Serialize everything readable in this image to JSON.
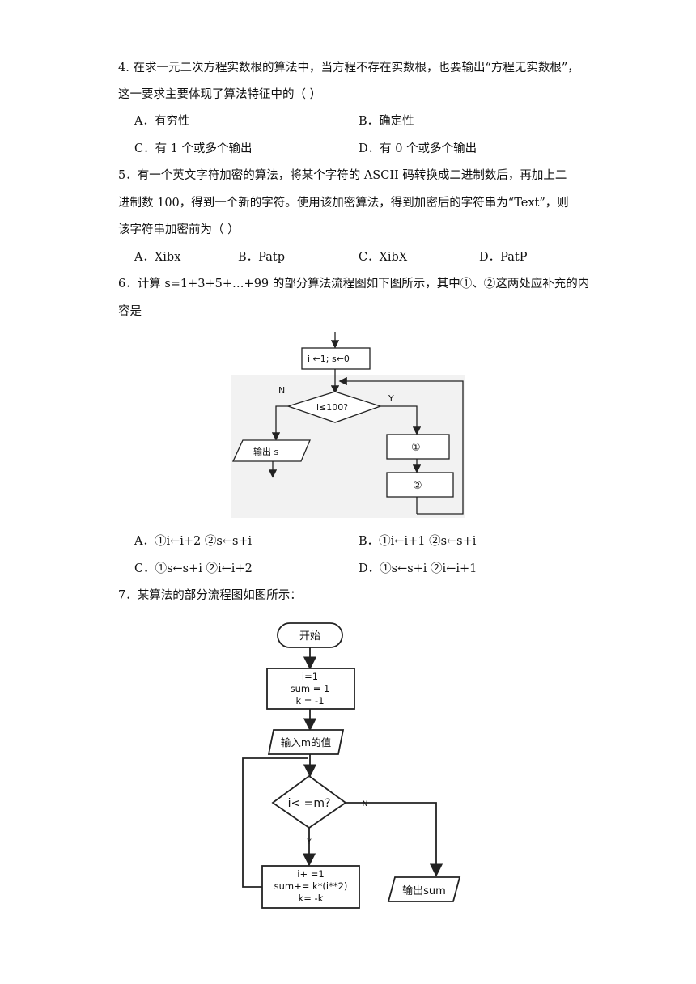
{
  "q4": {
    "line1": "4. 在求一元二次方程实数根的算法中，当方程不存在实数根，也要输出“方程无实数根”，",
    "line2": "这一要求主要体现了算法特征中的（    ）",
    "options": [
      "A．有穷性",
      "B．确定性",
      "C．有 1 个或多个输出",
      "D．有 0 个或多个输出"
    ]
  },
  "q5": {
    "line1": "5．有一个英文字符加密的算法，将某个字符的 ASCII 码转换成二进制数后，再加上二",
    "line2": "进制数 100，得到一个新的字符。使用该加密算法，得到加密后的字符串为“Text”，则",
    "line3": "该字符串加密前为（   ）",
    "options": [
      "A．Xibx",
      "B．Patp",
      "C．XibX",
      "D．PatP"
    ]
  },
  "q6": {
    "line1": "6．计算  s=1+3+5+…+99 的部分算法流程图如下图所示，其中①、②这两处应补充的内",
    "line2": "容是",
    "flowchart": {
      "init": "i ←1; s←0",
      "condition": "i≤100?",
      "no": "N",
      "yes": "Y",
      "output": "输出 s",
      "box1": "①",
      "box2": "②"
    },
    "options": [
      "A．①i←i+2   ②s←s+i",
      "B．①i←i+1    ②s←s+i",
      "C．①s←s+i   ②i←i+2",
      "D．①s←s+i    ②i←i+1"
    ]
  },
  "q7": {
    "line1": "7．某算法的部分流程图如图所示：",
    "flowchart": {
      "start": "开始",
      "init": [
        "i=1",
        "sum = 1",
        "k = -1"
      ],
      "input": "输入m的值",
      "condition": "i< =m?",
      "no": "N",
      "yes": "Y",
      "body": [
        "i+ =1",
        "sum+= k*(i**2)",
        "k= -k"
      ],
      "output": "输出sum"
    }
  }
}
